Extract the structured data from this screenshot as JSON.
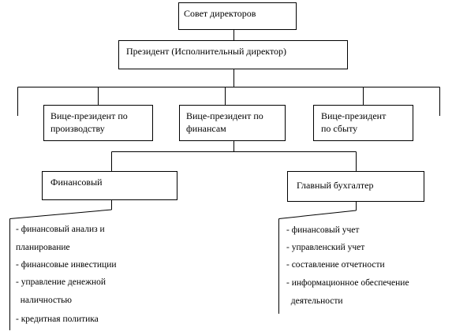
{
  "board": "Совет директоров",
  "president": "Президент  (Исполнительный директор)",
  "vp_production": [
    "Вице-президент  по",
    "производству"
  ],
  "vp_finance": [
    "Вице-президент  по",
    "финансам"
  ],
  "vp_sales": [
    "Вице-президент",
    "по сбыту"
  ],
  "financial": "Финансовый",
  "chief_accountant": "Главный бухгалтер",
  "financial_functions": [
    "- финансовый анализ и",
    "планирование",
    "- финансовые инвестиции",
    "- управление денежной",
    "  наличностью",
    "- кредитная политика"
  ],
  "accountant_functions": [
    "- финансовый учет",
    "- управленский учет",
    "- составление отчетности",
    "- информационное обеспечение",
    "  деятельности"
  ]
}
